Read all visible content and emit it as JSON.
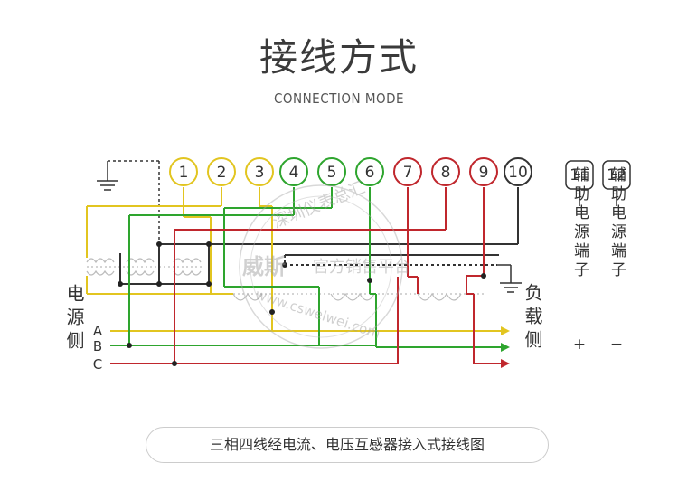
{
  "title": "接线方式",
  "subtitle": "CONNECTION MODE",
  "terminals": [
    {
      "label": "1",
      "color": "#e2c520"
    },
    {
      "label": "2",
      "color": "#e2c520"
    },
    {
      "label": "3",
      "color": "#e2c520"
    },
    {
      "label": "4",
      "color": "#2ea52e"
    },
    {
      "label": "5",
      "color": "#2ea52e"
    },
    {
      "label": "6",
      "color": "#2ea52e"
    },
    {
      "label": "7",
      "color": "#c0272d"
    },
    {
      "label": "8",
      "color": "#c0272d"
    },
    {
      "label": "9",
      "color": "#c0272d"
    },
    {
      "label": "10",
      "color": "#333333"
    }
  ],
  "aux_terminals": [
    {
      "label": "11",
      "text": "辅助电源端子",
      "sign": "+"
    },
    {
      "label": "12",
      "text": "辅助电源端子",
      "sign": "−"
    }
  ],
  "source_side": "电源侧",
  "load_side": "负载侧",
  "phases": [
    "A",
    "B",
    "C"
  ],
  "caption": "三相四线经电流、电压互感器接入式接线图",
  "watermark": {
    "circle_top": "深圳仪表总汇",
    "brand": "威斯",
    "brand_sub": "官方销售平台",
    "url": "www.cswelwei.com"
  },
  "colors": {
    "phase_a": "#e2c520",
    "phase_b": "#2ea52e",
    "phase_c": "#c0272d",
    "neutral": "#333333"
  }
}
